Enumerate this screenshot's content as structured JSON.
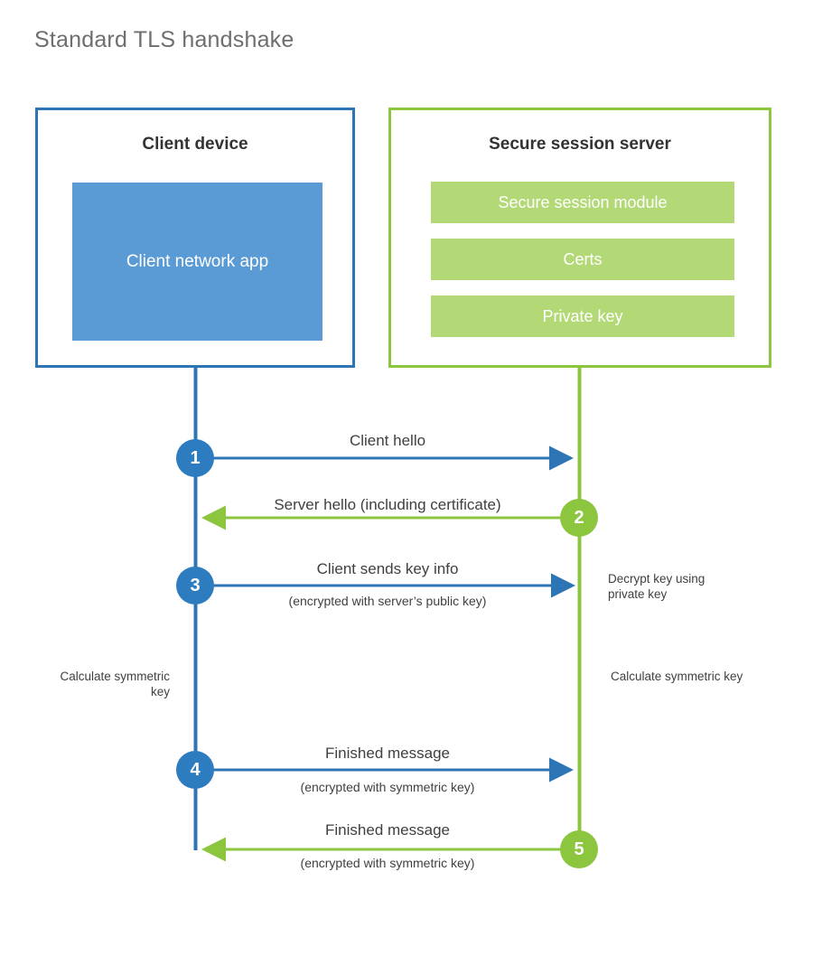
{
  "page": {
    "title": "Standard TLS handshake",
    "background": "#ffffff"
  },
  "colors": {
    "client_accent": "#2e75b6",
    "client_fill": "#5b9bd5",
    "server_accent": "#8cc63f",
    "server_fill": "#b3d977",
    "client_circle": "#2e7cc0",
    "text": "#404040",
    "title": "#6e6e6e"
  },
  "client": {
    "title": "Client device",
    "app_label": "Client network app"
  },
  "server": {
    "title": "Secure session server",
    "bars": [
      {
        "label": "Secure session module"
      },
      {
        "label": "Certs"
      },
      {
        "label": "Private key"
      }
    ]
  },
  "steps": [
    {
      "number": "1",
      "side": "client",
      "direction": "right",
      "label": "Client hello",
      "sublabel": ""
    },
    {
      "number": "2",
      "side": "server",
      "direction": "left",
      "label": "Server hello (including certificate)",
      "sublabel": ""
    },
    {
      "number": "3",
      "side": "client",
      "direction": "right",
      "label": "Client sends key info",
      "sublabel": "(encrypted with server’s public key)"
    },
    {
      "number": "4",
      "side": "client",
      "direction": "right",
      "label": "Finished message",
      "sublabel": "(encrypted with symmetric key)"
    },
    {
      "number": "5",
      "side": "server",
      "direction": "left",
      "label": "Finished message",
      "sublabel": "(encrypted with symmetric key)"
    }
  ],
  "annotations": {
    "decrypt_note": "Decrypt key using private key",
    "client_calc_note": "Calculate symmetric key",
    "server_calc_note": "Calculate symmetric key"
  }
}
